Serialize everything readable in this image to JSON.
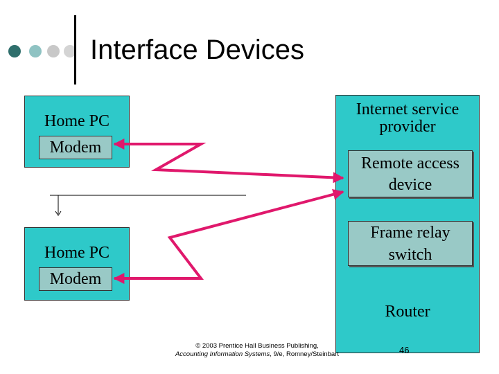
{
  "slide": {
    "title": "Interface Devices",
    "page_number": "46"
  },
  "left_nodes": [
    {
      "label": "Home PC",
      "sub_label": "Modem"
    },
    {
      "label": "Home PC",
      "sub_label": "Modem"
    }
  ],
  "isp": {
    "title_line1": "Internet service",
    "title_line2": "provider",
    "remote_access_line1": "Remote access",
    "remote_access_line2": "device",
    "frame_relay_line1": "Frame relay",
    "frame_relay_line2": "switch",
    "router": "Router"
  },
  "footer": {
    "line1": "© 2003 Prentice Hall Business Publishing,",
    "line2_italic": "Accounting Information Systems",
    "line2_rest": ", 9/e, Romney/Steinbart"
  },
  "colors": {
    "box_fill": "#2ec9c9",
    "device_fill": "#99c9c6",
    "link_color": "#e0186c"
  }
}
